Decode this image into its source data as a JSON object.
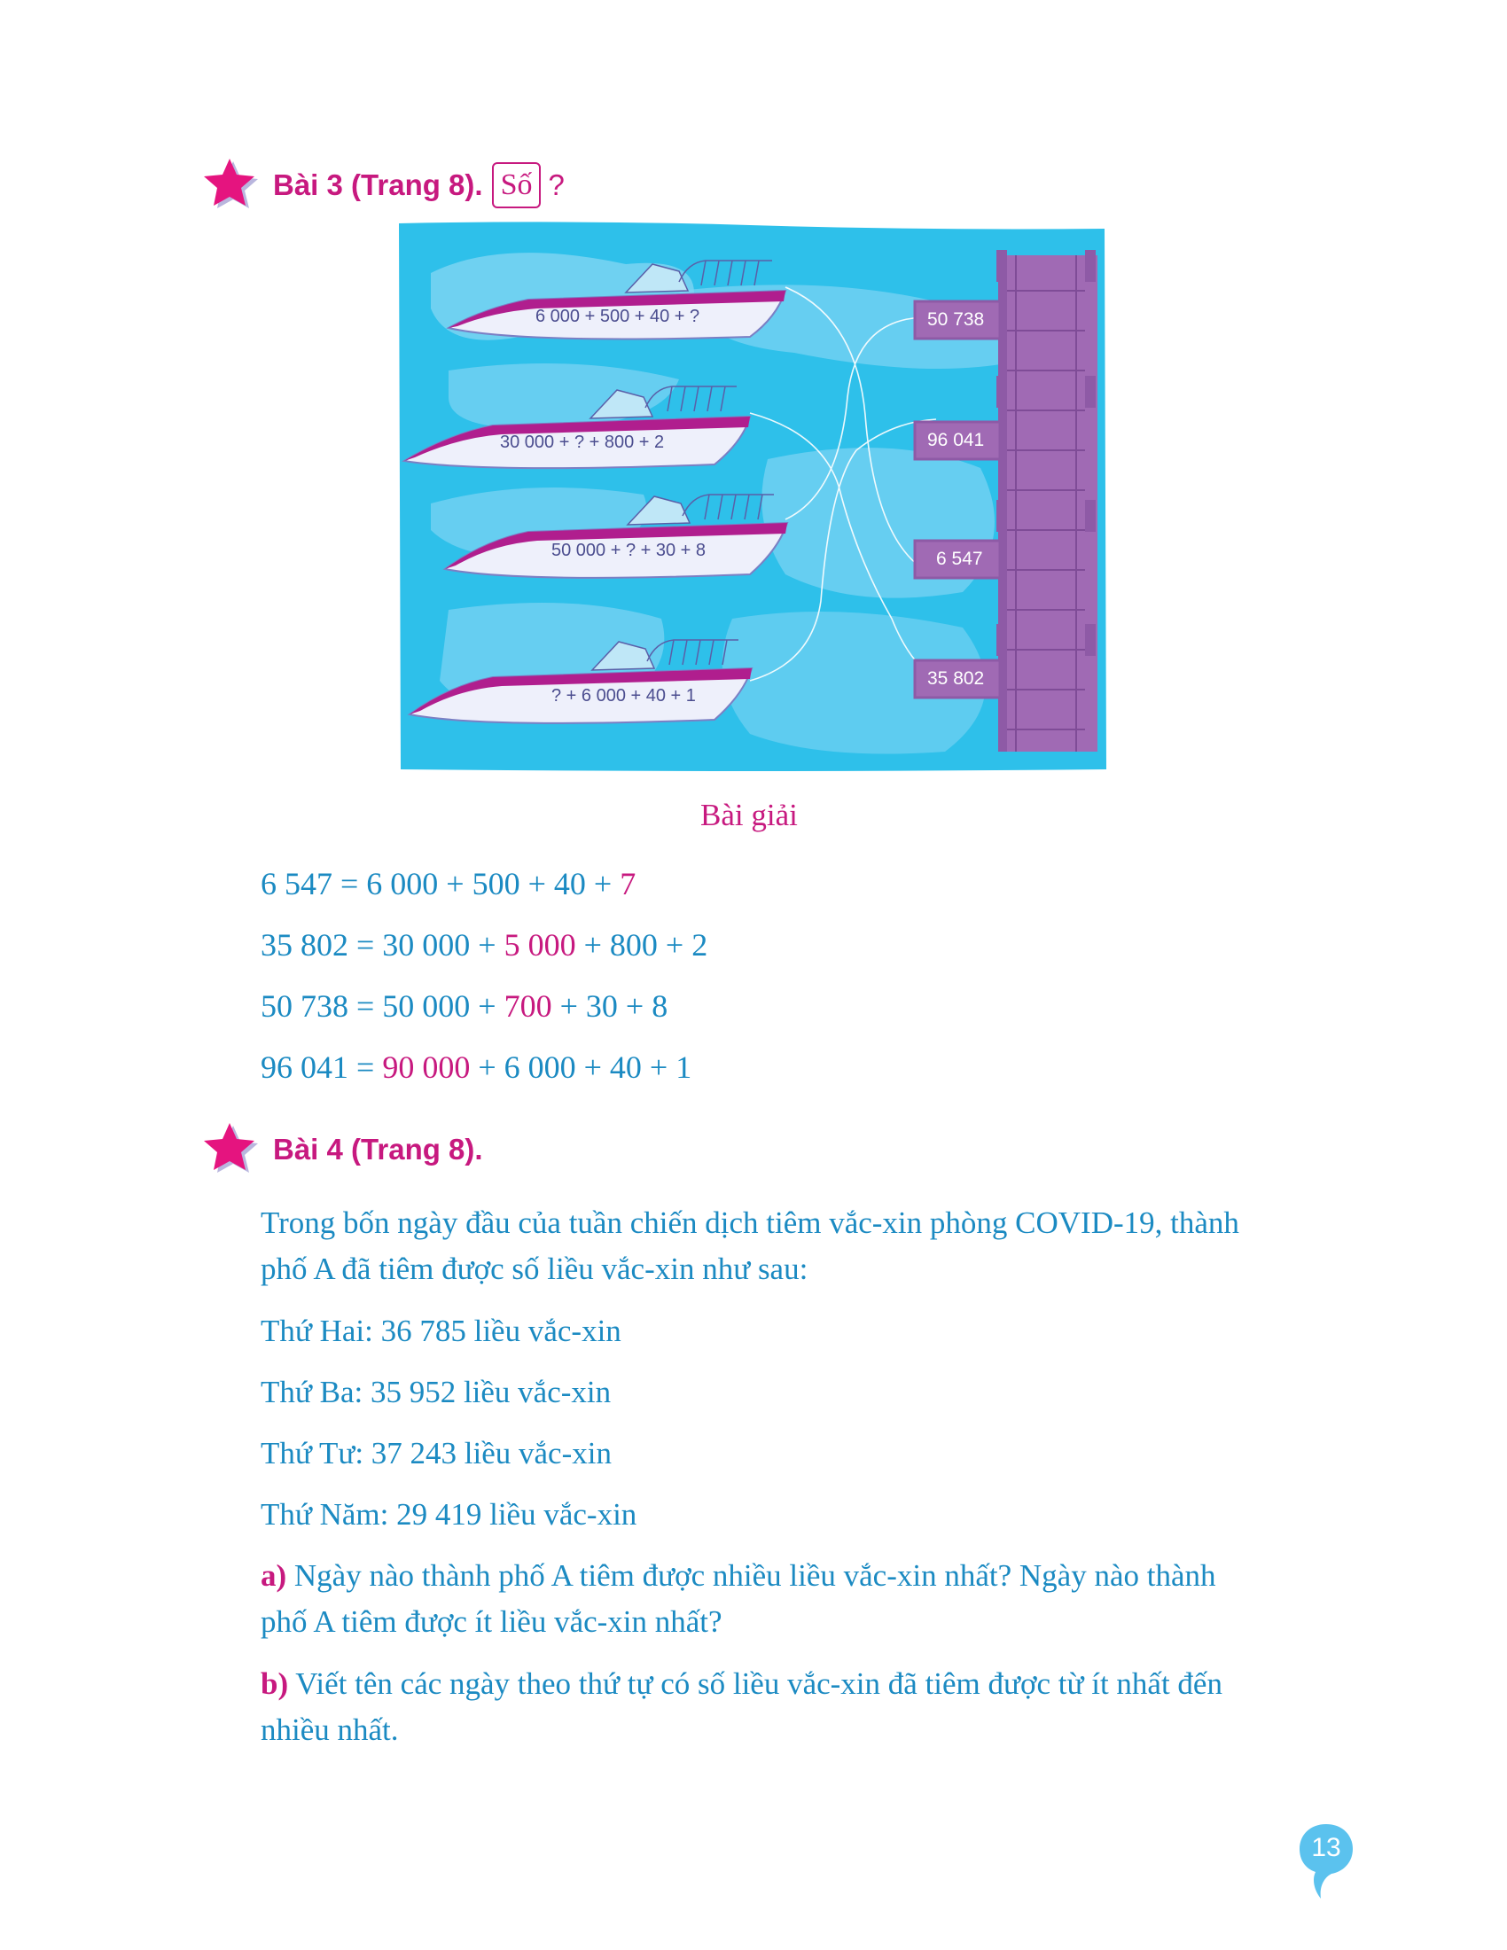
{
  "exercise3": {
    "title": "Bài 3 (Trang 8).",
    "box_label": "Số",
    "question_mark": "?",
    "illustration": {
      "boats": [
        {
          "expression": "6 000 + 500 + 40 + ?"
        },
        {
          "expression": "30 000 + ? + 800 + 2"
        },
        {
          "expression": "50 000 + ? + 30 + 8"
        },
        {
          "expression": "? + 6 000 + 40 + 1"
        }
      ],
      "docks": [
        {
          "value": "50 738"
        },
        {
          "value": "96 041"
        },
        {
          "value": "6 547"
        },
        {
          "value": "35 802"
        }
      ]
    },
    "solution_heading": "Bài giải",
    "solutions": [
      {
        "prefix": "6 547 = 6 000 + 500 + 40 + ",
        "answer": "7",
        "suffix": ""
      },
      {
        "prefix": "35 802 = 30 000 + ",
        "answer": "5 000",
        "suffix": " + 800 + 2"
      },
      {
        "prefix": "50 738 = 50 000 + ",
        "answer": "700",
        "suffix": " + 30 + 8"
      },
      {
        "prefix": "96 041 = ",
        "answer": "90 000",
        "suffix": " + 6 000 + 40 + 1"
      }
    ]
  },
  "exercise4": {
    "title": "Bài 4 (Trang 8).",
    "intro_line1": "Trong bốn ngày đầu của tuần chiến dịch tiêm vắc-xin phòng COVID-19, thành",
    "intro_line2": "phố A đã tiêm được số liều vắc-xin như sau:",
    "days": [
      {
        "text": "Thứ Hai: 36 785 liều vắc-xin"
      },
      {
        "text": "Thứ Ba: 35 952 liều vắc-xin"
      },
      {
        "text": "Thứ Tư: 37 243 liều vắc-xin"
      },
      {
        "text": "Thứ Năm: 29 419 liều vắc-xin"
      }
    ],
    "question_a": {
      "label": "a)",
      "line1": " Ngày nào thành phố A tiêm được nhiều liều vắc-xin nhất? Ngày nào thành",
      "line2": "phố A tiêm được ít liều vắc-xin nhất?"
    },
    "question_b": {
      "label": "b)",
      "line1": " Viết tên các ngày theo thứ tự có số liều vắc-xin đã tiêm được từ ít nhất đến",
      "line2": "nhiều nhất."
    }
  },
  "page_number": "13",
  "colors": {
    "magenta": "#c7197f",
    "blue_text": "#1b8ac2",
    "water": "#3cc3e8",
    "dock": "#a06ab4",
    "page_badge": "#5bc2ee"
  }
}
